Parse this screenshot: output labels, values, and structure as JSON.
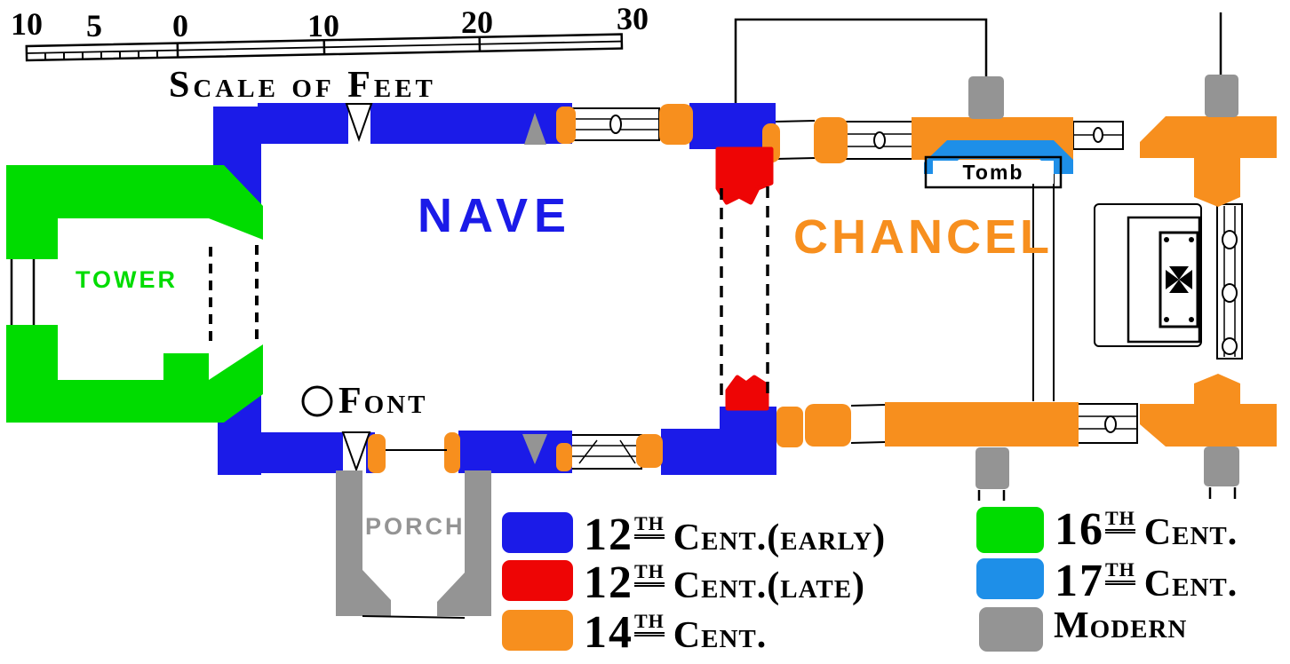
{
  "scale": {
    "ticks": [
      "10",
      "5",
      "0",
      "10",
      "20",
      "30"
    ],
    "caption": "Scale of Feet"
  },
  "plan": {
    "labels": {
      "tower": "TOWER",
      "nave": "NAVE",
      "chancel": "CHANCEL",
      "porch": "PORCH",
      "tomb": "Tomb",
      "font": "Font"
    }
  },
  "legend": {
    "items": [
      {
        "id": "12th-early",
        "color": "#1b1be8",
        "number": "12",
        "ordinal": "TH",
        "text": "Cent.(early)",
        "swatch_style": "background:#1b1be8"
      },
      {
        "id": "12th-late",
        "color": "#ee0505",
        "number": "12",
        "ordinal": "TH",
        "text": "Cent.(late)",
        "swatch_style": "background:#ee0505"
      },
      {
        "id": "14th",
        "color": "#f78f1e",
        "number": "14",
        "ordinal": "TH",
        "text": "Cent.",
        "swatch_style": "background:#f78f1e"
      },
      {
        "id": "16th",
        "color": "#00dc00",
        "number": "16",
        "ordinal": "TH",
        "text": "Cent.",
        "swatch_style": "background:#00dc00"
      },
      {
        "id": "17th",
        "color": "#1e8fe8",
        "number": "17",
        "ordinal": "TH",
        "text": "Cent.",
        "swatch_style": "background:#1e8fe8"
      },
      {
        "id": "modern",
        "color": "#949494",
        "number": "",
        "ordinal": "",
        "text": "Modern",
        "swatch_style": "background:#949494"
      }
    ]
  },
  "colors": {
    "cent12_early_blue": "#1b1be8",
    "cent12_late_red": "#ee0505",
    "cent14_orange": "#f78f1e",
    "cent16_green": "#00dc00",
    "cent17_blue": "#1e8fe8",
    "modern_gray": "#949494",
    "ink_black": "#000000"
  },
  "icons": {
    "altar_cross": "maltese-cross",
    "font_marker": "circle"
  }
}
